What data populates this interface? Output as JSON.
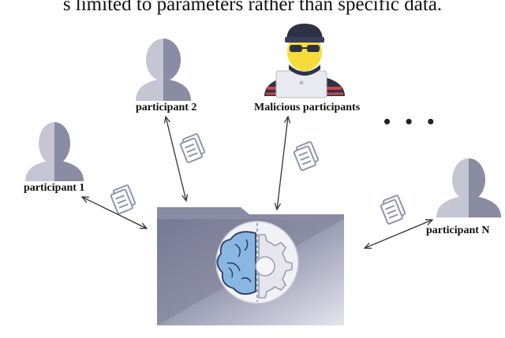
{
  "caption_fragment": "s limited to parameters rather than specific data.",
  "nodes": {
    "participant_1": "participant 1",
    "participant_2": "participant 2",
    "malicious": "Malicious participants",
    "participant_n": "participant N",
    "more": "• • •"
  },
  "icons": {
    "person": "person-icon",
    "hacker": "hacker-icon",
    "document": "document-icon",
    "server": "central-server-folder-icon",
    "brain_gear": "brain-gear-icon"
  },
  "colors": {
    "person_light": "#c4c6d4",
    "person_dark": "#7f8198",
    "folder_light": "#c9cad8",
    "folder_dark": "#7d7f9a",
    "brain": "#8ab6e3",
    "document": "#8e97ab"
  }
}
